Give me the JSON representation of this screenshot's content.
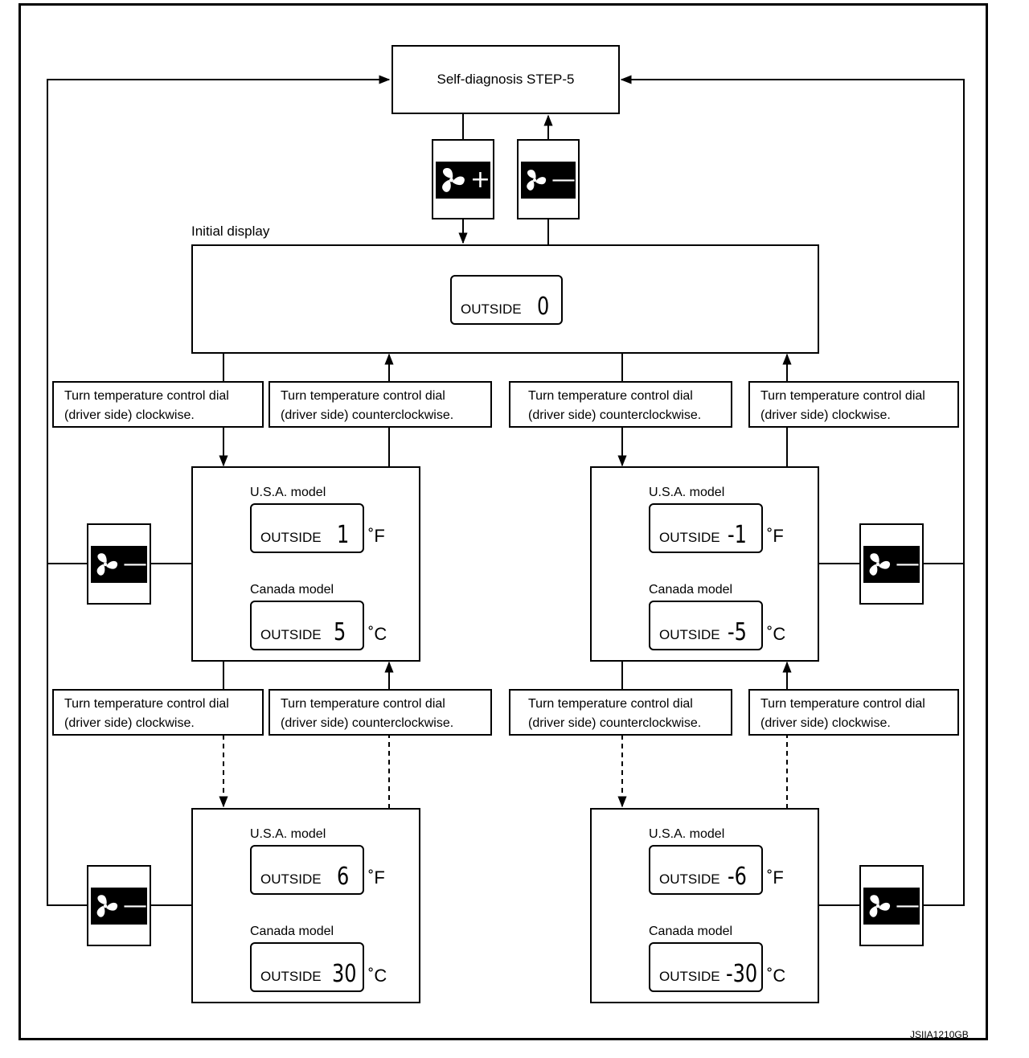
{
  "title": "Self-diagnosis STEP-5",
  "initial_display_label": "Initial display",
  "display_word": "OUTSIDE",
  "initial_value": "0",
  "model_usa": "U.S.A. model",
  "model_canada": "Canada model",
  "unit_f": "˚F",
  "unit_c": "˚C",
  "instr_cw": [
    "Turn temperature control dial",
    "(driver side) clockwise."
  ],
  "instr_ccw": [
    "Turn temperature control dial",
    "(driver side) counterclockwise."
  ],
  "buttons": {
    "plus": "+",
    "minus": "—",
    "icon": "fan-icon"
  },
  "panels": {
    "left_mid": {
      "usa": "1",
      "canada": "5"
    },
    "right_mid": {
      "usa": "-1",
      "canada": "-5"
    },
    "left_bot": {
      "usa": "6",
      "canada": "30"
    },
    "right_bot": {
      "usa": "-6",
      "canada": "-30"
    }
  },
  "figure_code": "JSIIA1210GB"
}
